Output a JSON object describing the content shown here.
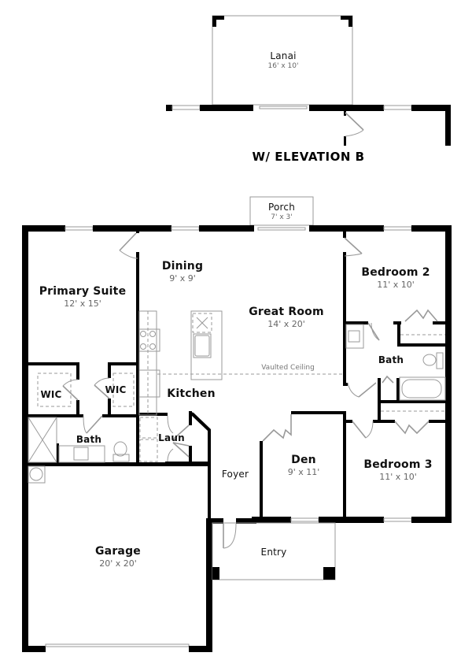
{
  "elevation_note": "W/ ELEVATION B",
  "ceiling_note": "Vaulted Ceiling",
  "colors": {
    "wall": "#000000",
    "fixture_line": "#9a9a9a",
    "dimension_text": "#666666"
  },
  "rooms": {
    "lanai": {
      "name": "Lanai",
      "dim": "16' x 10'"
    },
    "porch": {
      "name": "Porch",
      "dim": "7' x 3'"
    },
    "dining": {
      "name": "Dining",
      "dim": "9' x 9'"
    },
    "primary_suite": {
      "name": "Primary Suite",
      "dim": "12' x 15'"
    },
    "great_room": {
      "name": "Great Room",
      "dim": "14' x 20'"
    },
    "bedroom2": {
      "name": "Bedroom 2",
      "dim": "11' x 10'"
    },
    "bath2": {
      "name": "Bath"
    },
    "wic1": {
      "name": "WIC"
    },
    "wic2": {
      "name": "WIC"
    },
    "kitchen": {
      "name": "Kitchen"
    },
    "primary_bath": {
      "name": "Bath"
    },
    "laundry": {
      "name": "Laun"
    },
    "den": {
      "name": "Den",
      "dim": "9' x 11'"
    },
    "bedroom3": {
      "name": "Bedroom 3",
      "dim": "11' x 10'"
    },
    "foyer": {
      "name": "Foyer"
    },
    "garage": {
      "name": "Garage",
      "dim": "20' x 20'"
    },
    "entry": {
      "name": "Entry"
    }
  }
}
